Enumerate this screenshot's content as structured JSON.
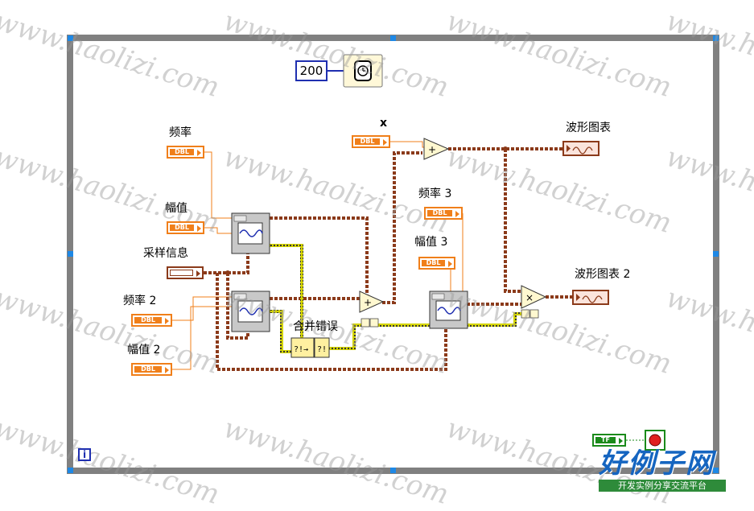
{
  "watermark": "www.haolizi.com",
  "constant_value": "200",
  "iteration_terminal": "i",
  "controls": {
    "freq1": {
      "label": "频率",
      "type": "DBL"
    },
    "amp1": {
      "label": "幅值",
      "type": "DBL"
    },
    "sample_info": {
      "label": "采样信息",
      "type": ""
    },
    "freq2": {
      "label": "频率 2",
      "type": "DBL"
    },
    "amp2": {
      "label": "幅值 2",
      "type": "DBL"
    },
    "x": {
      "label": "x",
      "type": "DBL"
    },
    "freq3": {
      "label": "频率 3",
      "type": "DBL"
    },
    "amp3": {
      "label": "幅值 3",
      "type": "DBL"
    }
  },
  "indicators": {
    "chart1": {
      "label": "波形图表"
    },
    "chart2": {
      "label": "波形图表 2"
    }
  },
  "merge_errors": {
    "label": "合并错误"
  },
  "stop_constant": {
    "type": "TF"
  },
  "colors": {
    "loop_frame": "#808080",
    "dbl_orange": "#f07f1a",
    "waveform_brown": "#8b3a1a",
    "error_yellow": "#d4d400",
    "numeric_blue": "#1f2fb0",
    "boolean_green": "#1a8a1a",
    "stop_red": "#e02020"
  },
  "logo": {
    "main": "好例子网",
    "sub": "开发实例分享交流平台"
  }
}
